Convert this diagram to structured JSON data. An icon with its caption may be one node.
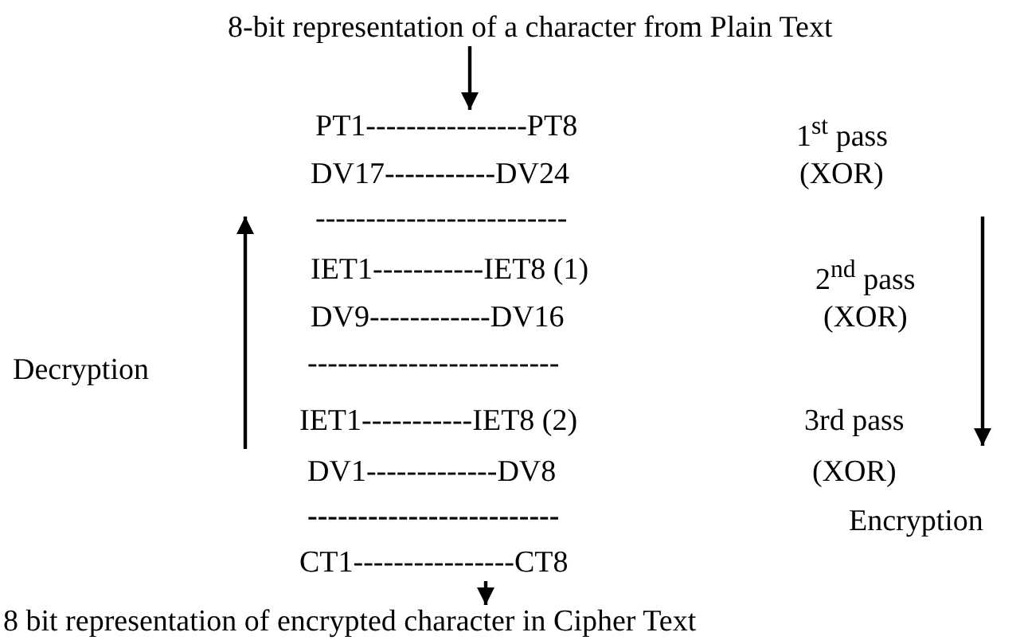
{
  "diagram": {
    "nodes": [
      {
        "text": [
          "8-bit representation of a character from Plain Text"
        ]
      },
      {
        "text": [
          "PT1----------------PT8"
        ]
      },
      {
        "text": [
          "CT1----------------CT8"
        ]
      },
      {
        "text": [
          "8 bit representation of encrypted character in Cipher Text"
        ]
      }
    ],
    "edges": [
      {
        "from": 0,
        "to": 1,
        "arrow": "to"
      },
      {
        "from": 2,
        "to": 3,
        "arrow": "to"
      }
    ],
    "labels": [
      "1$^{st}$ pass",
      "DV17-----------DV24",
      "(XOR)",
      "-------------------------",
      "IET1-----------IET8 (1)",
      "2$^{nd}$ pass",
      "DV9------------DV16",
      "(XOR)",
      "Decryption",
      "-------------------------",
      "IET1-----------IET8 (2)",
      "3rd pass",
      "DV1-------------DV8",
      "(XOR)",
      "-------------------------",
      "Encryption"
    ]
  }
}
